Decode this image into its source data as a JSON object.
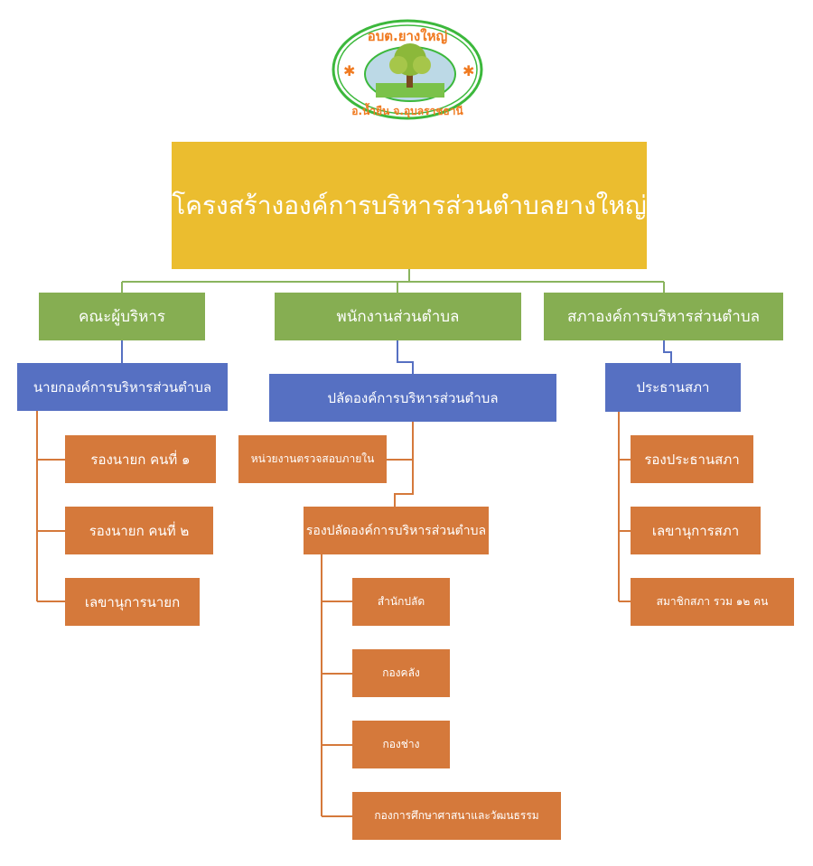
{
  "logo": {
    "top_text": "อบต.ยางใหญ่",
    "bottom_text": "อ.น้ำยืน จ.อุบลราชธานี"
  },
  "title": "โครงสร้างองค์การบริหารส่วนตำบลยางใหญ่",
  "executives": {
    "label": "คณะผู้บริหาร",
    "head": "นายกองค์การบริหารส่วนตำบล",
    "members": [
      "รองนายก คนที่ ๑",
      "รองนายก คนที่ ๒",
      "เลขานุการนายก"
    ]
  },
  "staff": {
    "label": "พนักงานส่วนตำบล",
    "head": "ปลัดองค์การบริหารส่วนตำบล",
    "audit": "หน่วยงานตรวจสอบภายใน",
    "deputy": "รองปลัดองค์การบริหารส่วนตำบล",
    "divisions": [
      "สำนักปลัด",
      "กองคลัง",
      "กองช่าง",
      "กองการศึกษาศาสนาและวัฒนธรรม"
    ]
  },
  "council": {
    "label": "สภาองค์การบริหารส่วนตำบล",
    "head": "ประธานสภา",
    "members": [
      "รองประธานสภา",
      "เลขานุการสภา",
      "สมาชิกสภา รวม ๑๒ คน"
    ]
  },
  "colors": {
    "title": "#ebbd2f",
    "group": "#86ae52",
    "head": "#5670c2",
    "unit": "#d5793b"
  }
}
